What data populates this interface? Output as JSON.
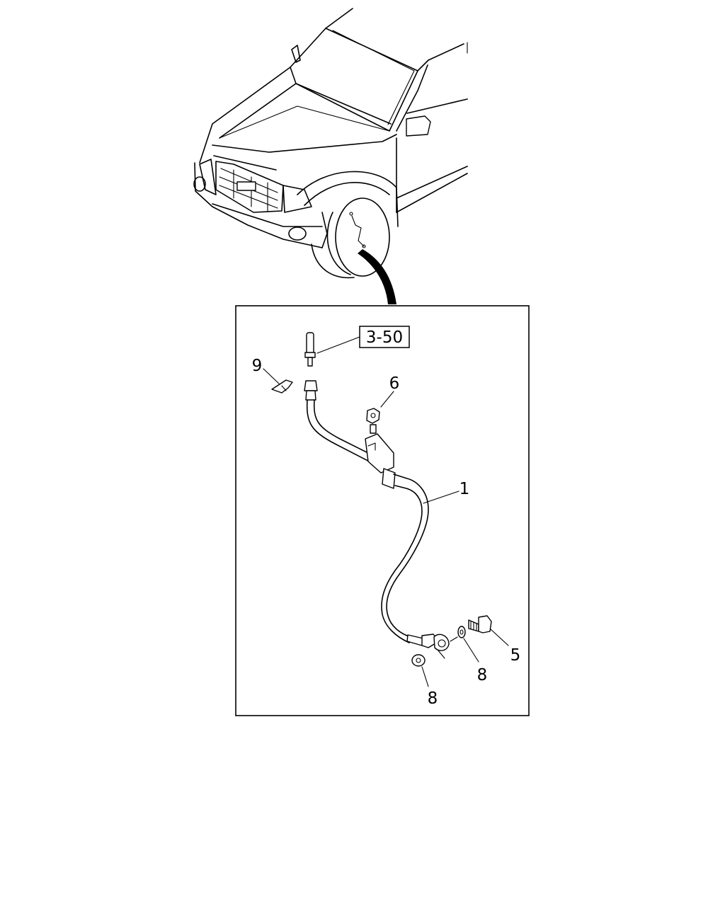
{
  "diagram": {
    "reference_label": "3-50",
    "callouts": [
      {
        "id": "callout-1",
        "label": "1"
      },
      {
        "id": "callout-5",
        "label": "5"
      },
      {
        "id": "callout-6",
        "label": "6"
      },
      {
        "id": "callout-8a",
        "label": "8"
      },
      {
        "id": "callout-8b",
        "label": "8"
      },
      {
        "id": "callout-9",
        "label": "9"
      }
    ]
  }
}
